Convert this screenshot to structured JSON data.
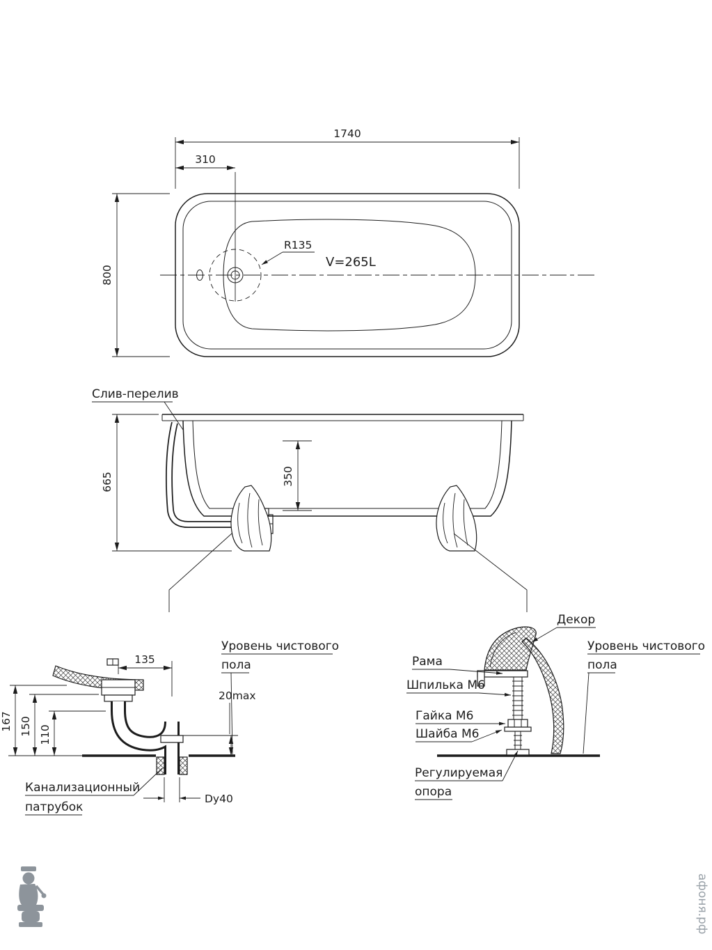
{
  "watermark": {
    "text": "афоня.рф"
  },
  "top_view": {
    "dim_length": "1740",
    "dim_drain_offset": "310",
    "dim_width": "800",
    "radius_label": "R135",
    "volume_label": "V=265L"
  },
  "side_view": {
    "overflow_label": "Слив-перелив",
    "dim_height": "665",
    "dim_drain_height": "350"
  },
  "drain_detail": {
    "dim_offset": "135",
    "dim_height_overflow": "167",
    "dim_height_siphon": "150",
    "dim_height_pipe": "110",
    "dim_floor_gap": "20max",
    "dim_pipe_diameter": "Dy40",
    "floor_label_line1": "Уровень чистового",
    "floor_label_line2": "пола",
    "sewer_label_line1": "Канализационный",
    "sewer_label_line2": "патрубок"
  },
  "leg_detail": {
    "decor_label": "Декор",
    "frame_label": "Рама",
    "stud_label": "Шпилька М6",
    "nut_label": "Гайка М6",
    "washer_label": "Шайба М6",
    "floor_label_line1": "Уровень чистового",
    "floor_label_line2": "пола",
    "support_label_line1": "Регулируемая",
    "support_label_line2": "опора"
  }
}
